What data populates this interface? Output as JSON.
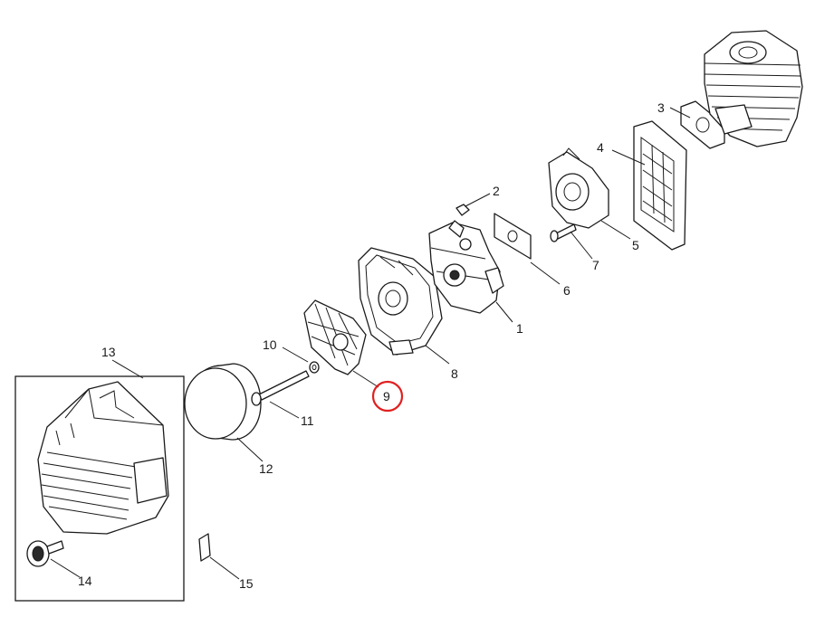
{
  "diagram": {
    "callouts": [
      "1",
      "2",
      "3",
      "4",
      "5",
      "6",
      "7",
      "8",
      "9",
      "10",
      "11",
      "12",
      "13",
      "14",
      "15"
    ],
    "highlighted_callout": "9",
    "highlight_color": "#e02020",
    "line_color": "#1a1a1a"
  }
}
